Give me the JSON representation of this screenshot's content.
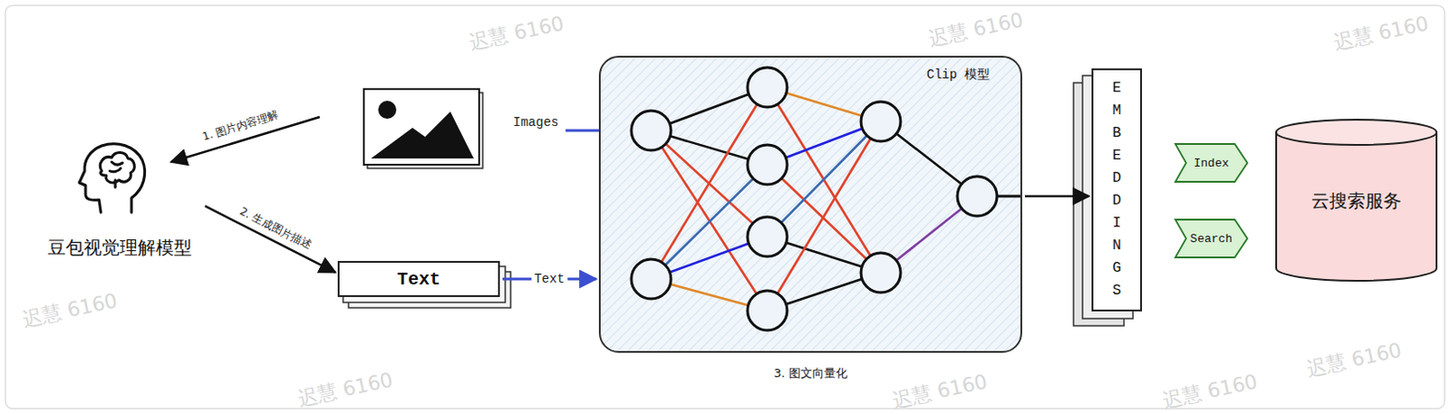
{
  "diagram": {
    "nodes": [
      {
        "text": [
          "豆包视觉理解模型"
        ]
      },
      {
        "text": [
          "Text"
        ]
      },
      {
        "text": [
          "Clip 模型",
          "3. 图文向量化"
        ]
      },
      {
        "text": [
          "EMBEDDINGS"
        ]
      },
      {
        "text": [
          "Index"
        ]
      },
      {
        "text": [
          "Search"
        ]
      },
      {
        "text": [
          "云搜索服务"
        ]
      }
    ],
    "edges": [
      {
        "from": 0,
        "to": 1,
        "label": "2. 生成图片描述",
        "arrow": "to"
      },
      {
        "from": 1,
        "to": 2,
        "label": "Text",
        "arrow": "to"
      },
      {
        "from": 2,
        "to": 3,
        "arrow": "to"
      }
    ],
    "labels": [
      "1. 图片内容理解",
      "Images",
      "迟慧 6160",
      "迟慧 6160",
      "迟慧 6160",
      "迟慧 6160",
      "迟慧 6160",
      "迟慧 6160",
      "迟慧 6160",
      "迟慧 6160"
    ]
  }
}
